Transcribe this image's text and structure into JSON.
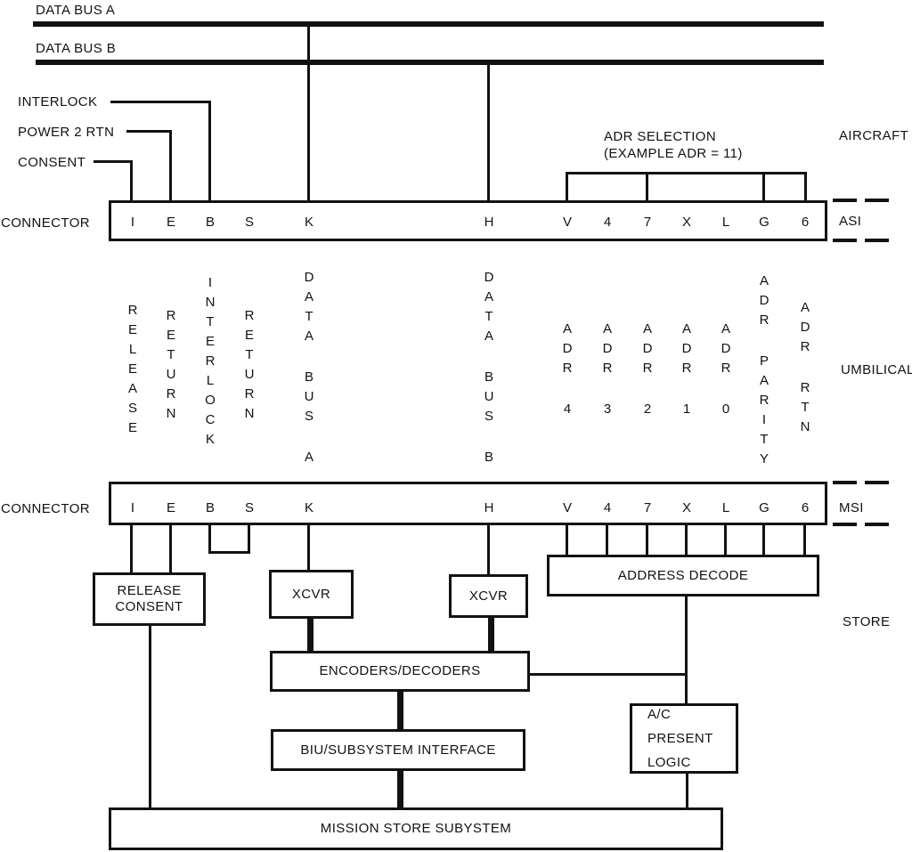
{
  "colors": {
    "ink": "#121212",
    "background": "#ffffff"
  },
  "buses": {
    "a_label": "DATA BUS A",
    "b_label": "DATA BUS B"
  },
  "aircraft_signals": {
    "interlock": "INTERLOCK",
    "power_2_rtn": "POWER 2 RTN",
    "consent": "CONSENT"
  },
  "adr_selection": {
    "line1": "ADR SELECTION",
    "line2": "(EXAMPLE ADR = 11)"
  },
  "regions": {
    "aircraft": "AIRCRAFT",
    "umbilical": "UMBILICAL",
    "store": "STORE"
  },
  "connectors": {
    "label": "CONNECTOR",
    "asi": "ASI",
    "msi": "MSI",
    "pins": [
      "I",
      "E",
      "B",
      "S",
      "K",
      "H",
      "V",
      "4",
      "7",
      "X",
      "L",
      "G",
      "6"
    ]
  },
  "umbilical_signals": [
    "RELEASE",
    "RETURN",
    "INTERLOCK",
    "RETURN",
    "DATA BUS A",
    "DATA BUS B",
    "ADR 4",
    "ADR 3",
    "ADR 2",
    "ADR 1",
    "ADR 0",
    "ADR PARITY",
    "ADR RTN"
  ],
  "store_section": {
    "release_consent": {
      "line1": "RELEASE",
      "line2": "CONSENT"
    },
    "xcvr_left": "XCVR",
    "xcvr_right": "XCVR",
    "address_decode": "ADDRESS DECODE",
    "encoders_decoders": "ENCODERS/DECODERS",
    "biu_subsystem_interface": "BIU/SUBSYSTEM INTERFACE",
    "ac_present_logic": {
      "line1": "A/C",
      "line2": "PRESENT",
      "line3": "LOGIC"
    },
    "mission_store_subsystem": "MISSION STORE SUBYSTEM"
  }
}
